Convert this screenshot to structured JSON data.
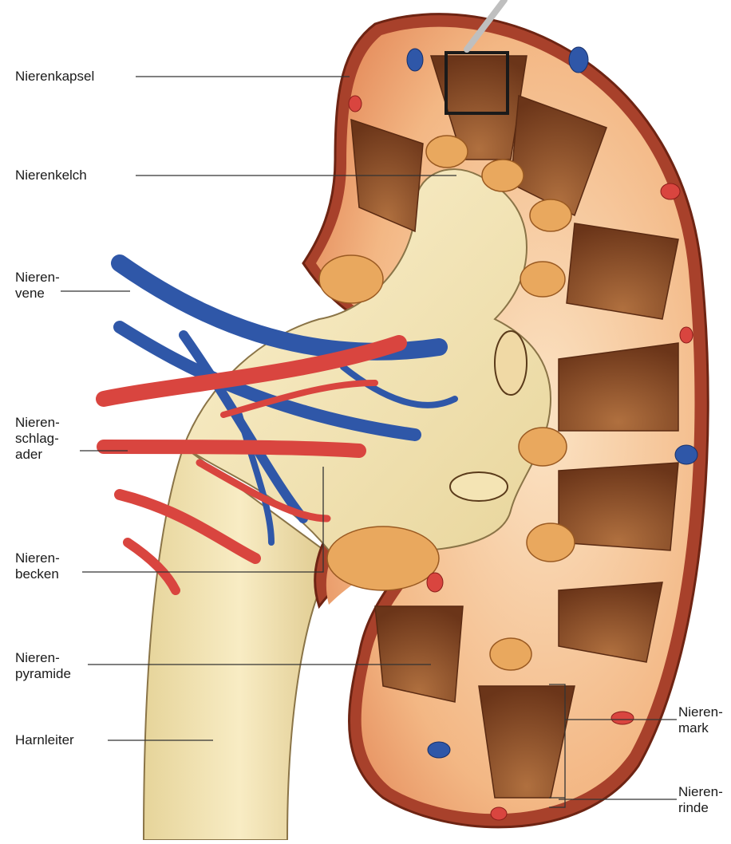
{
  "labels": {
    "nierenkapsel": "Nierenkapsel",
    "nierenkelch": "Nierenkelch",
    "nierenvene": [
      "Nieren-",
      "vene"
    ],
    "nierenschlagader": [
      "Nieren-",
      "schlag-",
      "ader"
    ],
    "nierenbecken": [
      "Nieren-",
      "becken"
    ],
    "nierenpyramide": [
      "Nieren-",
      "pyramide"
    ],
    "harnleiter": "Harnleiter",
    "nierenmark": [
      "Nieren-",
      "mark"
    ],
    "nierenrinde": [
      "Nieren-",
      "rinde"
    ]
  },
  "colors": {
    "cortex": "#f2b98a",
    "capsule": "#a8412b",
    "medulla": "#7a3f22",
    "pelvis": "#f1e4b6",
    "artery": "#d9453f",
    "vein": "#2f57a8",
    "fat": "#e9a85e",
    "line": "#333333"
  }
}
